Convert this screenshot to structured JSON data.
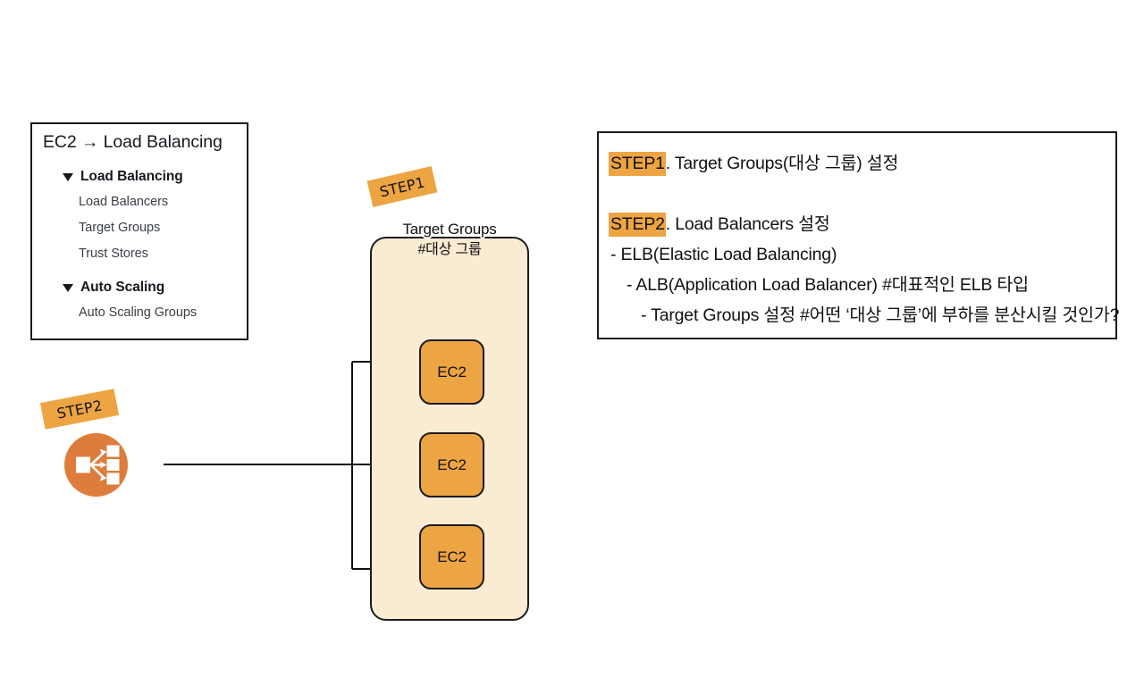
{
  "console_panel": {
    "title": "EC2 → Load Balancing",
    "groups": [
      {
        "label": "Load Balancing",
        "caret": "caret-down-icon",
        "items": [
          "Load Balancers",
          "Target Groups",
          "Trust Stores"
        ]
      },
      {
        "label": "Auto Scaling",
        "caret": "caret-down-icon",
        "items": [
          "Auto Scaling Groups"
        ]
      }
    ]
  },
  "diagram": {
    "step1_badge": "STEP1",
    "step2_badge": "STEP2",
    "target_group": {
      "title": "Target Groups",
      "subtitle": "#대상 그룹"
    },
    "instances": [
      {
        "label": "EC2"
      },
      {
        "label": "EC2"
      },
      {
        "label": "EC2"
      }
    ],
    "lb_icon_name": "load-balancer-icon"
  },
  "notes_panel": {
    "lines": [
      {
        "step": "STEP1",
        "rest": ". Target Groups(대상 그룹) 설정"
      },
      {
        "step": "STEP2",
        "rest": ". Load Balancers 설정"
      },
      {
        "text": "- ELB(Elastic Load Balancing)"
      },
      {
        "text": "- ALB(Application Load Balancer)  #대표적인 ELB 타입"
      },
      {
        "text": "- Target Groups 설정  #어떤 ‘대상 그룹’에 부하를 분산시킬 것인가?"
      }
    ]
  },
  "colors": {
    "accent_orange": "#eda442",
    "icon_orange": "#de7c3c",
    "container_cream": "#faebd3",
    "outline": "#1b1b1b",
    "text": "#111111"
  }
}
